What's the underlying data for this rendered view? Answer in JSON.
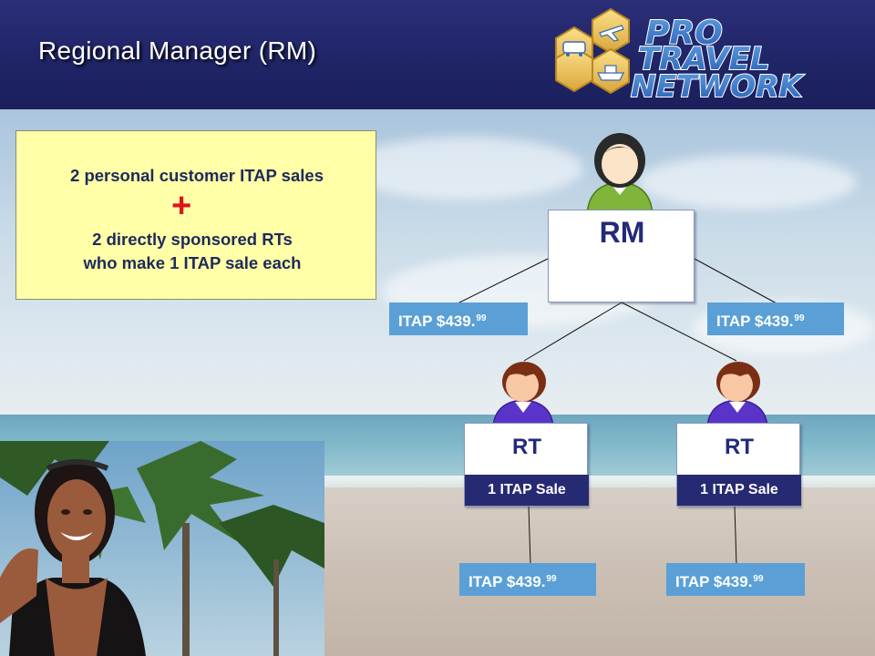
{
  "header": {
    "title": "Regional Manager (RM)",
    "logo": {
      "line1": "PRO",
      "line2": "TRAVEL",
      "line3": "NETWORK"
    }
  },
  "summary": {
    "line1": "2 personal customer ITAP sales",
    "plus": "+",
    "line2": "2 directly sponsored RTs",
    "line3": "who make 1 ITAP sale each"
  },
  "org": {
    "rm_label": "RM",
    "rt_left_label": "RT",
    "rt_right_label": "RT",
    "rt_left_sale": "1 ITAP Sale",
    "rt_right_sale": "1 ITAP Sale"
  },
  "prices": {
    "rm_left": {
      "main": "ITAP $439.",
      "cents": "99"
    },
    "rm_right": {
      "main": "ITAP $439.",
      "cents": "99"
    },
    "rt_left": {
      "main": "ITAP $439.",
      "cents": "99"
    },
    "rt_right": {
      "main": "ITAP $439.",
      "cents": "99"
    }
  },
  "colors": {
    "header_bg": "#1f2466",
    "summary_bg": "#ffffa8",
    "plus": "#e0141c",
    "price_bg": "#5aa0d6",
    "sale_bar": "#262a72",
    "box_text": "#232a78"
  },
  "icons": {
    "rm_person": "female-manager-icon",
    "rt_person": "female-rep-icon",
    "logo_icons": [
      "train-icon",
      "airplane-icon",
      "ship-icon"
    ]
  }
}
